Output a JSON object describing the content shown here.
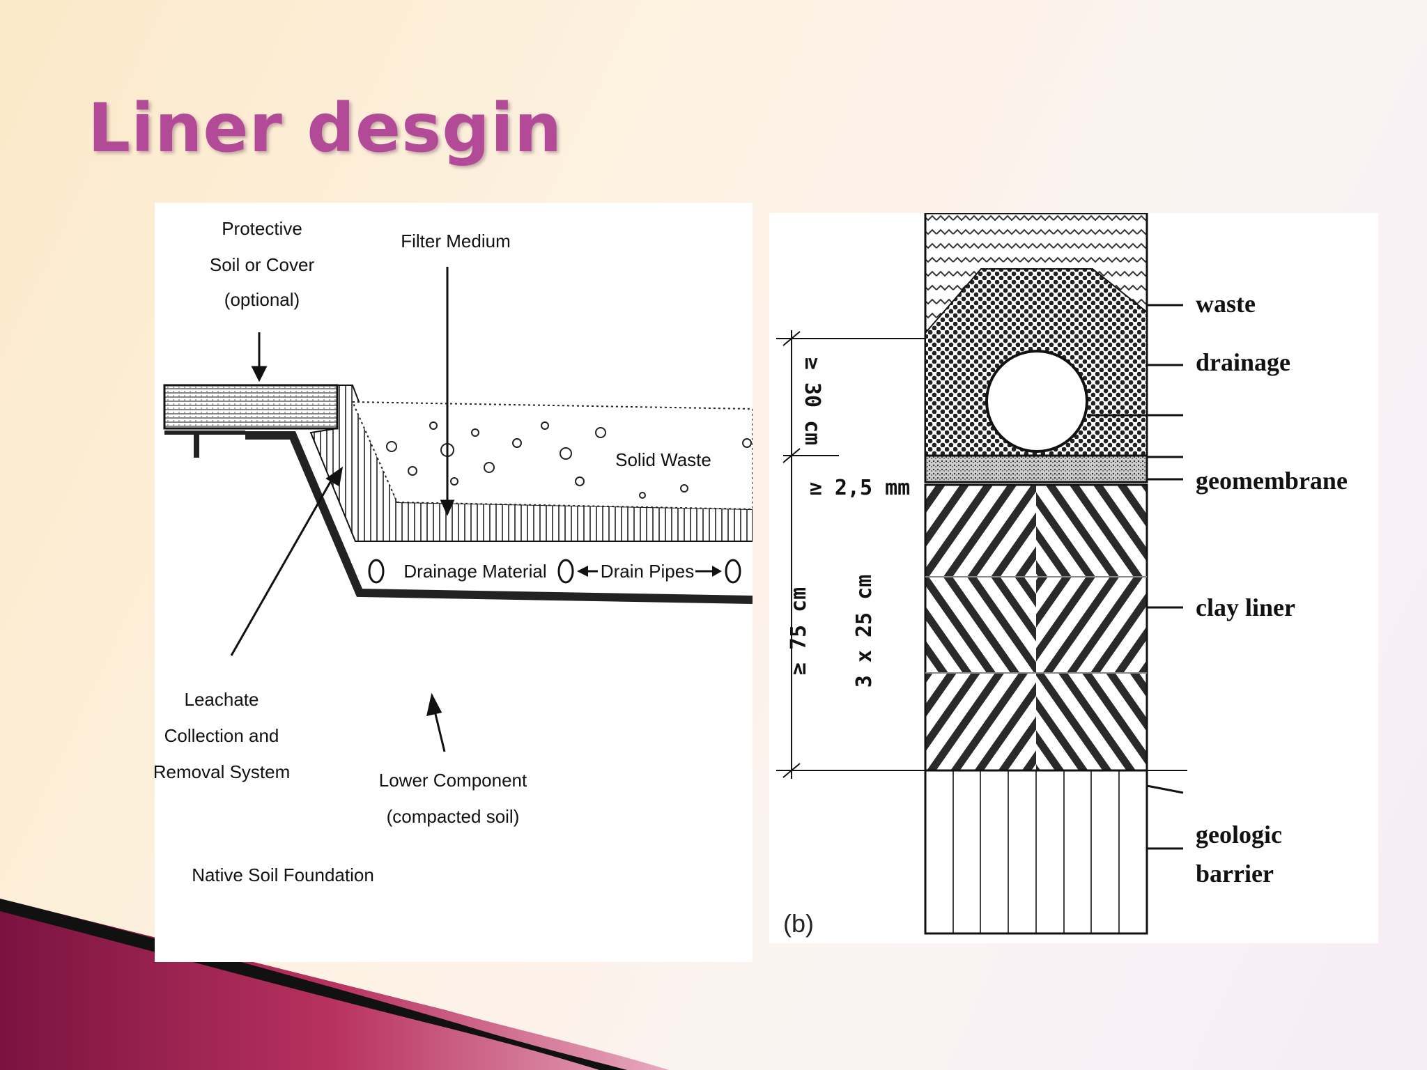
{
  "slide": {
    "title": "Liner desgin"
  },
  "diagram_a": {
    "protective_line1": "Protective",
    "protective_line2": "Soil or Cover",
    "protective_line3": "(optional)",
    "filter_medium": "Filter Medium",
    "solid_waste": "Solid Waste",
    "drainage_material": "Drainage Material",
    "drain_pipes": "Drain Pipes",
    "leachate_line1": "Leachate",
    "leachate_line2": "Collection and",
    "leachate_line3": "Removal System",
    "lower_line1": "Lower Component",
    "lower_line2": "(compacted soil)",
    "native_soil": "Native Soil Foundation"
  },
  "diagram_b": {
    "waste": "waste",
    "drainage": "drainage",
    "geomembrane": "geomembrane",
    "clay_liner": "clay liner",
    "geologic_line1": "geologic",
    "geologic_line2": "barrier",
    "panel_label": "(b)",
    "dim_drainage": "≥ 30 cm",
    "dim_geomembrane": "≥ 2,5 mm",
    "dim_clay_total": "≥ 75 cm",
    "dim_clay_layers": "3 x 25 cm"
  },
  "colors": {
    "title": "#b34a97",
    "accent_dark": "#7a1240",
    "accent_light": "#c9446f"
  }
}
